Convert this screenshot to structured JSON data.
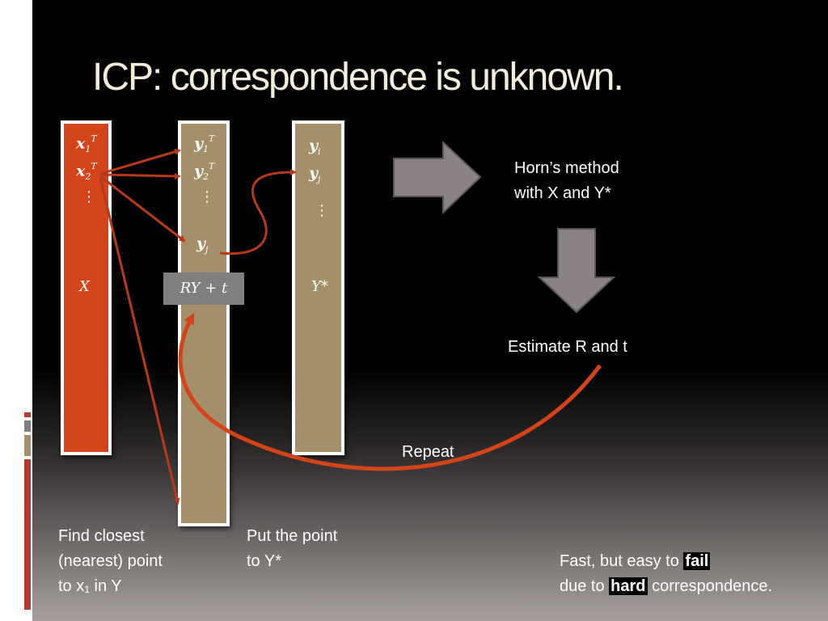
{
  "slide": {
    "title": "ICP: correspondence is unknown."
  },
  "columns": {
    "x": {
      "rows": [
        {
          "base": "x",
          "sub": "1",
          "sup": "T"
        },
        {
          "base": "x",
          "sub": "2",
          "sup": "T"
        }
      ],
      "dots": "⋮",
      "set_label": "X",
      "color": "#d4441a"
    },
    "y": {
      "rows": [
        {
          "base": "y",
          "sub": "1",
          "sup": "T"
        },
        {
          "base": "y",
          "sub": "2",
          "sup": "T"
        }
      ],
      "dots": "⋮",
      "yj": {
        "base": "y",
        "sub": "j"
      },
      "box_label": "RY + t",
      "color": "#a38f69"
    },
    "ystar": {
      "yi": {
        "base": "y",
        "sub": "i"
      },
      "yj": {
        "base": "y",
        "sub": "j"
      },
      "dots": "⋮",
      "set_label": "Y*",
      "color": "#a38f69"
    }
  },
  "steps": {
    "horn_line1": "Horn’s method",
    "horn_line2": "with X and Y*",
    "estimate": "Estimate R and t",
    "repeat": "Repeat"
  },
  "captions": {
    "find_line1": "Find closest",
    "find_line2": "(nearest) point",
    "find_line3": "to x₁ in Y",
    "put_line1": "Put the point",
    "put_line2": "to Y*",
    "note_part1": "Fast, but easy to ",
    "note_fail": "fail",
    "note_part2": "due to ",
    "note_hard": "hard",
    "note_part3": " correspondence."
  },
  "colors": {
    "accent_orange": "#d4441a",
    "tan": "#a38f69",
    "arrow_gray": "#8a8283",
    "arrow_red": "#b53a1a",
    "title": "#f3eedc"
  }
}
